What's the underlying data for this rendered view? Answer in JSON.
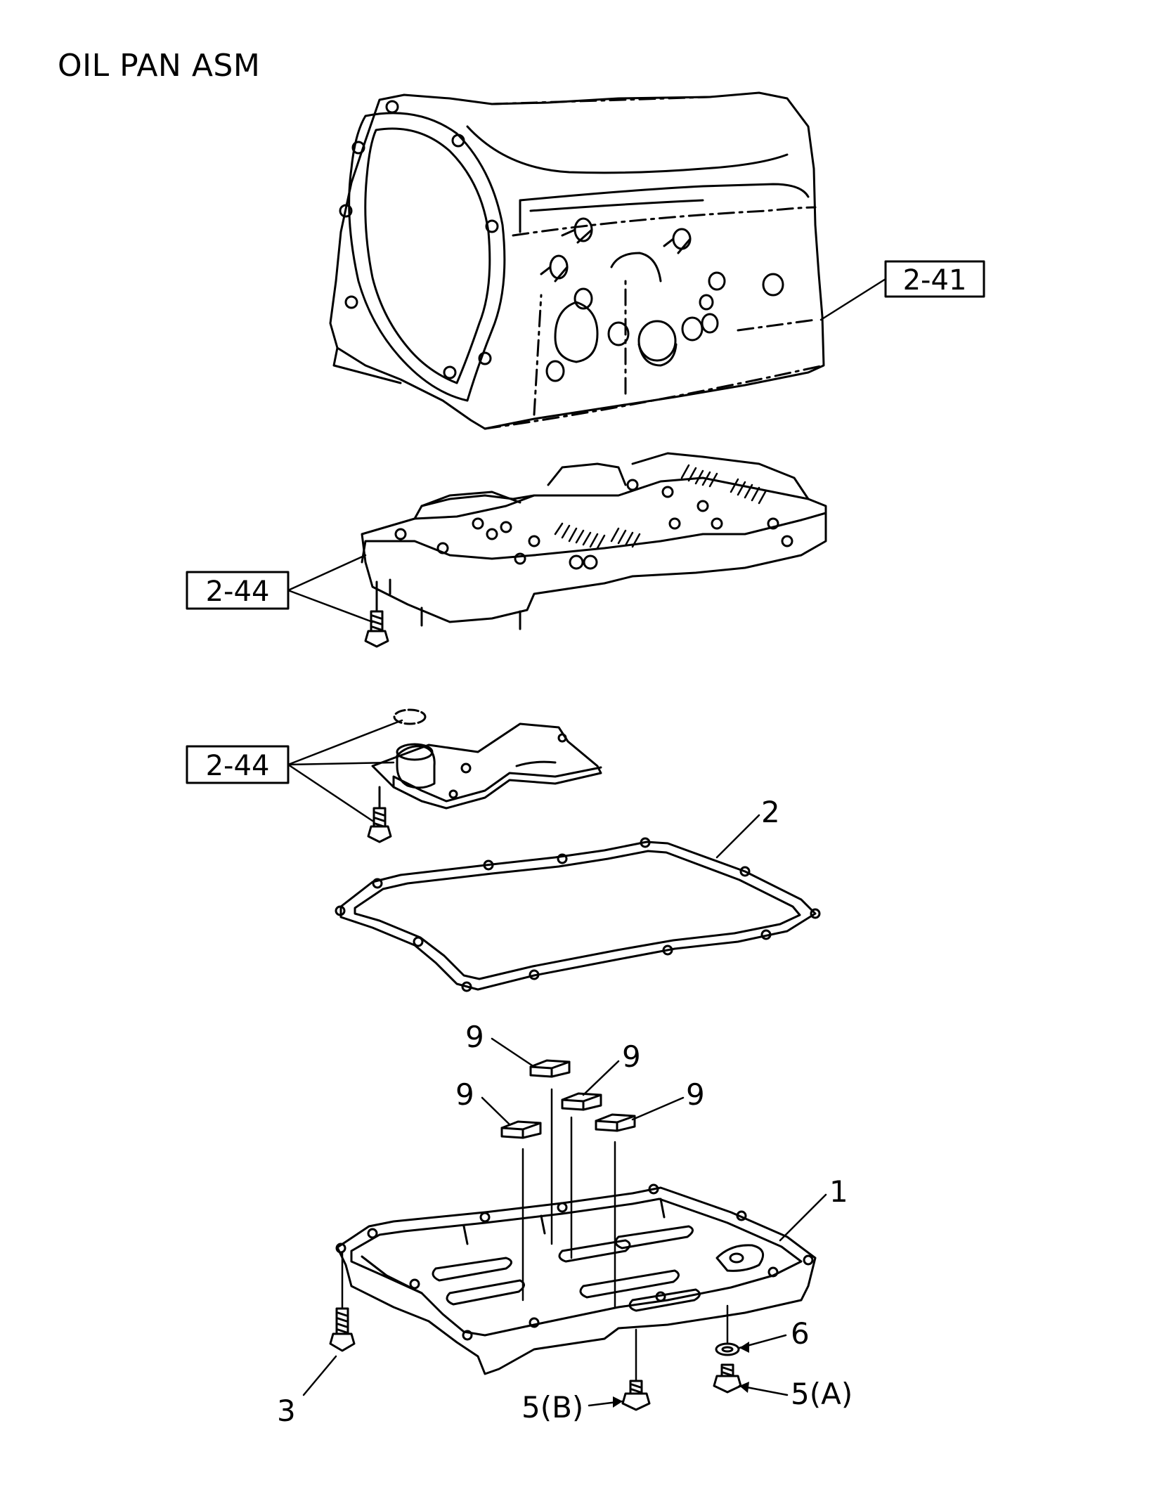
{
  "title": "OIL PAN ASM",
  "references": {
    "case": "2-41",
    "valve_body": "2-44",
    "oil_strainer": "2-44"
  },
  "callouts": {
    "gasket": "2",
    "oil_pan": "1",
    "magnet_1": "9",
    "magnet_2": "9",
    "magnet_3": "9",
    "magnet_4": "9",
    "pan_bolt": "3",
    "gasket_washer": "6",
    "drain_plug_a": "5(A)",
    "drain_plug_b": "5(B)"
  }
}
